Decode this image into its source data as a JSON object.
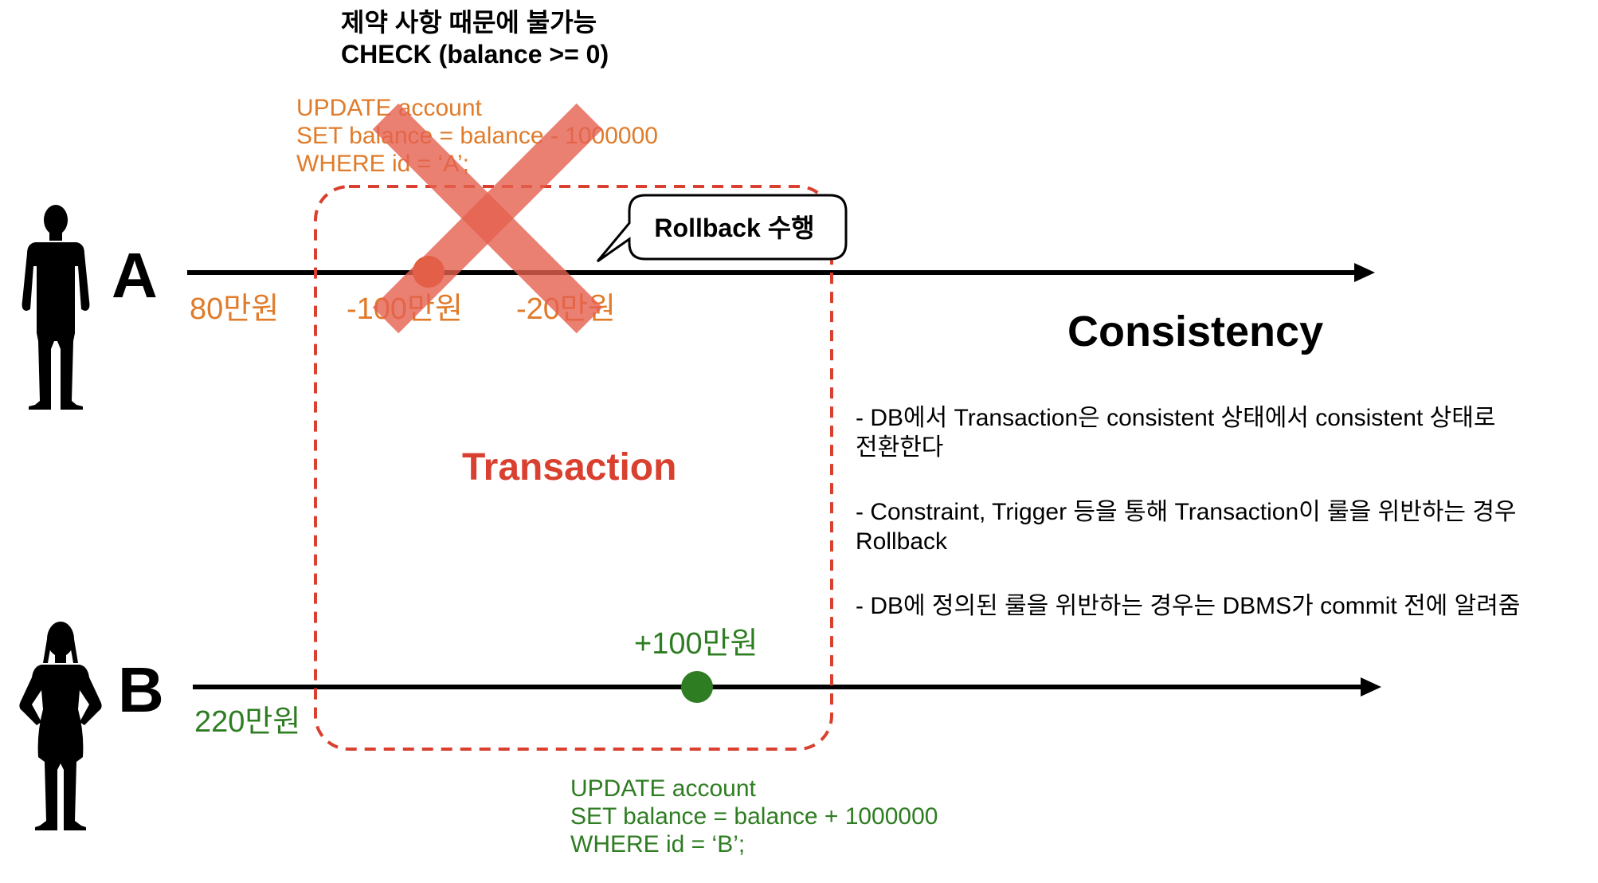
{
  "constraint": {
    "line1": "제약 사항 때문에 불가능",
    "line2": "CHECK (balance >= 0)"
  },
  "sql_a": {
    "line1": "UPDATE account",
    "line2": "SET balance = balance - 1000000",
    "line3": "WHERE id = ‘A’;",
    "color": "#e07b2a"
  },
  "sql_b": {
    "line1": "UPDATE account",
    "line2": "SET balance = balance + 1000000",
    "line3": "WHERE id = ‘B’;",
    "color": "#2e7d22"
  },
  "user_a": {
    "label": "A",
    "start_amount": "80만원",
    "change": "-100만원",
    "result": "-20만원"
  },
  "user_b": {
    "label": "B",
    "start_amount": "220만원",
    "change": "+100만원"
  },
  "bubble": {
    "text": "Rollback 수행"
  },
  "transaction": {
    "label": "Transaction",
    "color": "#d9402f"
  },
  "title": "Consistency",
  "notes": [
    "- DB에서 Transaction은 consistent 상태에서 consistent 상태로\n전환한다",
    "- Constraint, Trigger 등을 통해 Transaction이 룰을 위반하는 경우\nRollback",
    "- DB에 정의된 룰을 위반하는 경우는 DBMS가 commit 전에 알려줌"
  ],
  "icons": [
    "person-silhouette-icon",
    "cross-mark-icon",
    "speech-bubble-icon"
  ]
}
